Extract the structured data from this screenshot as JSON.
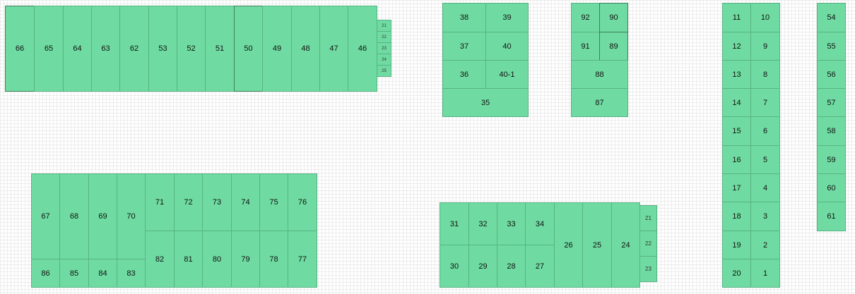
{
  "colors": {
    "cell_fill": "#6fdba2",
    "cell_border": "#57b384",
    "grid": "#ececec"
  },
  "layout_title": "",
  "cells": {
    "c66": "66",
    "c65": "65",
    "c64": "64",
    "c63": "63",
    "c62": "62",
    "c53": "53",
    "c52": "52",
    "c51": "51",
    "c50": "50",
    "c49": "49",
    "c48": "48",
    "c47": "47",
    "c46": "46",
    "s1": "21",
    "s2": "22",
    "s3": "23",
    "s4": "24",
    "s5": "25",
    "c38": "38",
    "c39": "39",
    "c37": "37",
    "c40": "40",
    "c36": "36",
    "c40_1": "40-1",
    "c35": "35",
    "c92": "92",
    "c90": "90",
    "c91": "91",
    "c89": "89",
    "c88": "88",
    "c87": "87",
    "c11": "11",
    "c10": "10",
    "c12": "12",
    "c9": "9",
    "c13": "13",
    "c8": "8",
    "c14": "14",
    "c7": "7",
    "c15": "15",
    "c6": "6",
    "c16": "16",
    "c5": "5",
    "c17": "17",
    "c4": "4",
    "c18": "18",
    "c3": "3",
    "c19": "19",
    "c2": "2",
    "c20": "20",
    "c1": "1",
    "c54": "54",
    "c55": "55",
    "c56": "56",
    "c57": "57",
    "c58": "58",
    "c59": "59",
    "c60": "60",
    "c61": "61",
    "c67": "67",
    "c68": "68",
    "c69": "69",
    "c70": "70",
    "c86": "86",
    "c85": "85",
    "c84": "84",
    "c83": "83",
    "c71": "71",
    "c72": "72",
    "c73": "73",
    "c74": "74",
    "c75": "75",
    "c76": "76",
    "c82": "82",
    "c81": "81",
    "c80": "80",
    "c79": "79",
    "c78": "78",
    "c77": "77",
    "c31": "31",
    "c32": "32",
    "c33": "33",
    "c34": "34",
    "c30": "30",
    "c29": "29",
    "c28": "28",
    "c27": "27",
    "c26": "26",
    "c25": "25",
    "c24": "24",
    "c21b": "21",
    "c22b": "22",
    "c23b": "23"
  }
}
